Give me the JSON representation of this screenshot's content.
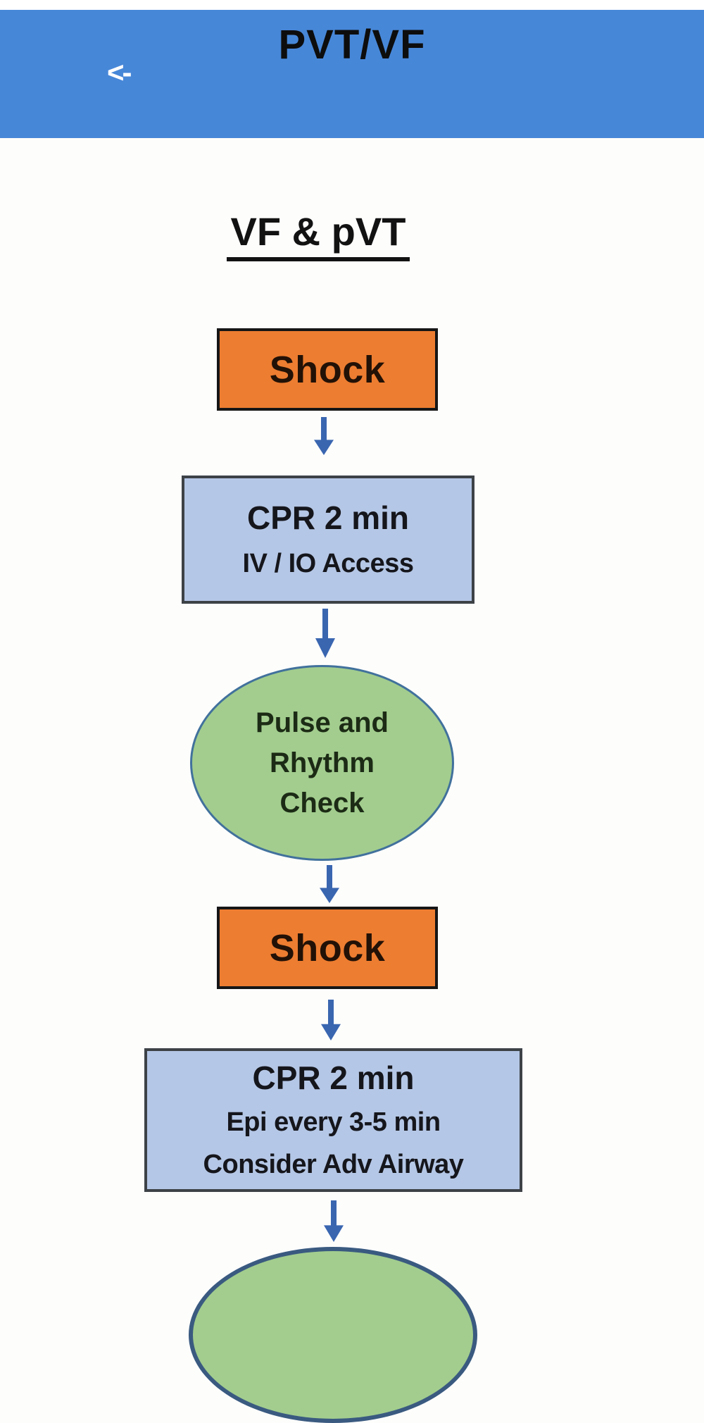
{
  "header": {
    "title": "PVT/VF",
    "back_icon": "<-",
    "bg_color": "#4787d8"
  },
  "flowchart": {
    "heading": "VF & pVT",
    "nodes": {
      "shock1": {
        "label": "Shock"
      },
      "cpr1": {
        "line1": "CPR 2 min",
        "line2": "IV / IO Access"
      },
      "pulse_check": {
        "line1": "Pulse and",
        "line2": "Rhythm",
        "line3": "Check"
      },
      "shock2": {
        "label": "Shock"
      },
      "cpr2": {
        "line1": "CPR 2 min",
        "line2": "Epi every 3-5 min",
        "line3": "Consider Adv Airway"
      }
    },
    "colors": {
      "shock_fill": "#ed7d31",
      "cpr_fill": "#b5c7e6",
      "check_fill": "#a2cd8e",
      "check_border": "#41719c",
      "arrow": "#3a66b0",
      "header_bg": "#4787d8"
    }
  }
}
